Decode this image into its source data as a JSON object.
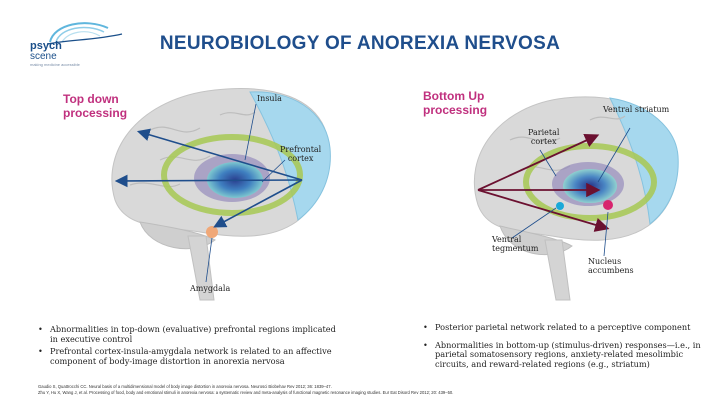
{
  "logo": {
    "line1": "psych",
    "line2": "scene",
    "tagline": "making medicine accessible",
    "icon": "brain-swirl-logo"
  },
  "title": "NEUROBIOLOGY OF ANOREXIA NERVOSA",
  "left": {
    "heading_line1": "Top down",
    "heading_line2": "processing",
    "labels": {
      "insula": "Insula",
      "prefrontal_line1": "Prefrontal",
      "prefrontal_line2": "cortex",
      "amygdala": "Amygdala"
    },
    "bullets": [
      "Abnormalities in top-down (evaluative) prefrontal regions implicated in executive control",
      "Prefrontal cortex-insula-amygdala network is related to an affective component of body-image distortion in anorexia nervosa"
    ]
  },
  "right": {
    "heading_line1": "Bottom Up",
    "heading_line2": "processing",
    "labels": {
      "ventral_striatum": "Ventral striatum",
      "parietal_line1": "Parietal",
      "parietal_line2": "cortex",
      "ventral_tegmentum_line1": "Ventral",
      "ventral_tegmentum_line2": "tegmentum",
      "nucleus_line1": "Nucleus",
      "nucleus_line2": "accumbens"
    },
    "bullets": [
      "Posterior parietal network related to a perceptive component",
      "Abnormalities in bottom-up (stimulus-driven) responses—i.e., in parietal somatosensory regions, anxiety-related mesolimbic circuits, and reward-related regions (e.g., striatum)"
    ]
  },
  "references": [
    "Gaudio S, Quattrocchi CC. Neural basis of a multidimensional model of body image distortion in anorexia nervosa. Neurosci Biobehav Rev 2012; 36: 1839–47.",
    "Zhu Y, Hu X, Wang J, et al. Processing of food, body and emotional stimuli in anorexia nervosa: a systematic review and meta-analysis of functional magnetic resonance imaging studies. Eur Eat Disord Rev 2012; 20: 439–50."
  ],
  "colors": {
    "title": "#1f4e8c",
    "heading": "#c0307e",
    "brain": "#d9d9d9",
    "prefrontal": "#a6d8ee",
    "limbic_ring": "#a8c95a",
    "arrow_left": "#1f4e8c",
    "arrow_right": "#6b1030",
    "amygdala": "#f0a878",
    "accumbens": "#d8246e"
  }
}
